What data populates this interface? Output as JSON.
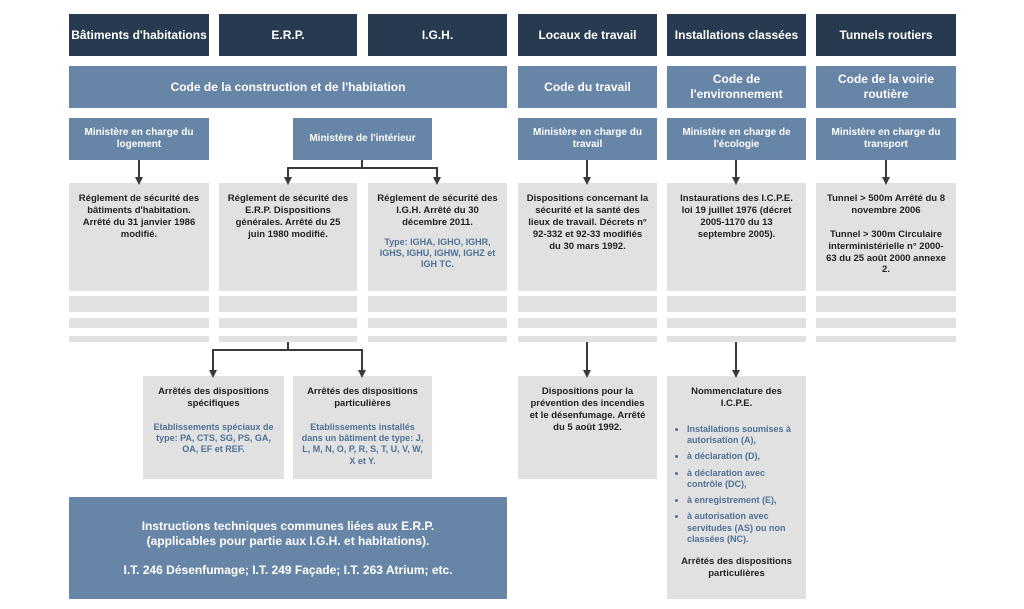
{
  "headers": [
    "Bâtiments d'habitations",
    "E.R.P.",
    "I.G.H.",
    "Locaux de travail",
    "Installations classées",
    "Tunnels routiers"
  ],
  "codes": [
    "Code de la construction et de l'habitation",
    "Code du travail",
    "Code de l'environnement",
    "Code de la voirie routière"
  ],
  "ministries": [
    "Ministère en charge du logement",
    "Ministère de l'intérieur",
    "Ministère en charge du travail",
    "Ministère en charge de l'écologie",
    "Ministère en charge du transport"
  ],
  "regulations": {
    "habitation": "Réglement de sécurité des bâtiments d'habitation. Arrêté du 31 janvier 1986 modifié.",
    "erp": "Réglement de sécurité des E.R.P. Dispositions générales. Arrêté du 25 juin 1980 modifié.",
    "igh": "Réglement de sécurité des I.G.H. Arrêté du 30 décembre 2011.",
    "igh_types": "Type: IGHA, IGHO, IGHR, IGHS, IGHU, IGHW, IGHZ et IGH TC.",
    "travail": "Dispositions concernant la sécurité et la santé des lieux de travail. Décrets n° 92-332 et 92-33 modifiés du 30 mars 1992.",
    "icpe": "Instaurations des I.C.P.E. loi 19 juillet 1976 (décret 2005-1170 du 13 septembre 2005).",
    "tunnel_1": "Tunnel > 500m Arrêté du 8 novembre 2006",
    "tunnel_2": "Tunnel > 300m Circulaire interministérielle n° 2000-63 du 25 août 2000 annexe 2."
  },
  "specific": {
    "title": "Arrêtés des dispositions spécifiques",
    "sub": "Etablissements spéciaux de type: PA, CTS, SG, PS, GA, OA, EF et REF."
  },
  "particular": {
    "title": "Arrêtés des dispositions particulières",
    "sub": "Etablissements installés dans un bâtiment de type: J, L, M, N, O, P, R, S, T, U, V, W, X et Y."
  },
  "incendie": "Dispositions pour la prévention des incendies et le désenfumage. Arrêté du 5 août 1992.",
  "nomenclature": {
    "title": "Nommenclature des I.C.P.E.",
    "items": [
      "Installations soumises à autorisation (A),",
      "à déclaration (D),",
      "à déclaration avec contrôle (DC),",
      "à enregistrement (E),",
      "à autorisation avec servitudes (AS) ou non classées (NC)."
    ],
    "footer": "Arrêtés des dispositions particulières"
  },
  "instructions": {
    "line1": "Instructions techniques communes liées aux E.R.P.",
    "line2": "(applicables pour partie aux I.G.H. et habitations).",
    "line3": "I.T. 246 Désenfumage; I.T. 249 Façade; I.T. 263 Atrium; etc."
  },
  "colors": {
    "dark": "#273a4f",
    "blue": "#6785a6",
    "grey": "#e1e1e1",
    "accent": "#4f7196"
  }
}
